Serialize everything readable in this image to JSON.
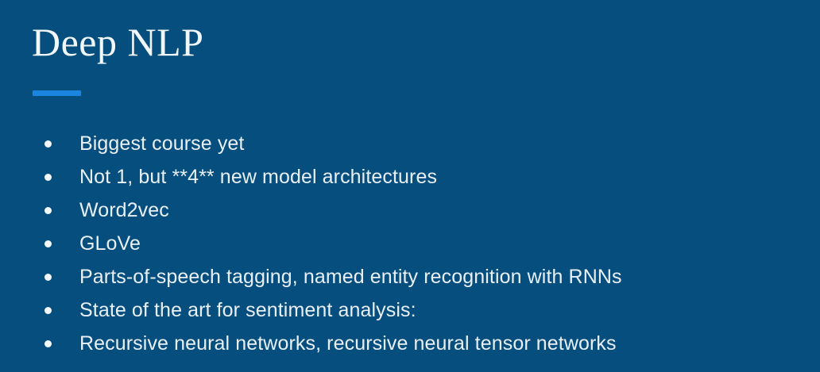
{
  "slide": {
    "title": "Deep NLP",
    "background_color": "#064e7d",
    "accent_color": "#1a86e0",
    "text_color": "#e9f0f5",
    "bullets": [
      {
        "text": "Biggest course yet"
      },
      {
        "text": "Not 1, but **4** new model architectures"
      },
      {
        "text": "Word2vec"
      },
      {
        "text": "GLoVe"
      },
      {
        "text": "Parts-of-speech tagging, named entity recognition with RNNs"
      },
      {
        "text": "State of the art for sentiment analysis:"
      },
      {
        "text": "Recursive neural networks, recursive neural tensor networks"
      }
    ]
  }
}
